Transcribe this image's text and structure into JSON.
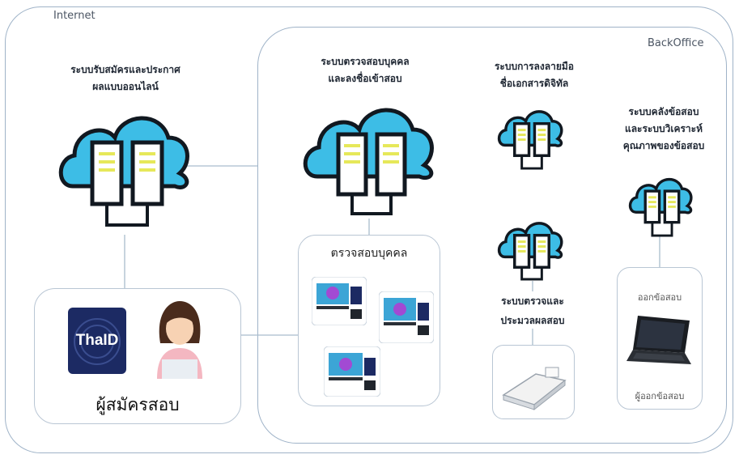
{
  "zones": {
    "internet": "Internet",
    "backoffice": "BackOffice"
  },
  "systems": {
    "registration": [
      "ระบบรับสมัครและประกาศ",
      "ผลแบบออนไลน์"
    ],
    "verification": [
      "ระบบตรวจสอบบุคคล",
      "และลงชื่อเข้าสอบ"
    ],
    "signature": [
      "ระบบการลงลายมือ",
      "ชื่อเอกสารดิจิทัล"
    ],
    "exam_bank": [
      "ระบบคลังข้อสอบ",
      "และระบบวิเคราะห์",
      "คุณภาพของข้อสอบ"
    ],
    "grading": [
      "ระบบตรวจและ",
      "ประมวลผลสอบ"
    ]
  },
  "boxes": {
    "applicant_label": "ผู้สมัครสอบ",
    "thaid_logo": "ThaID",
    "person_check_label": "ตรวจสอบบุคคล",
    "exam_issue_label": "ออกข้อสอบ",
    "exam_issuer_label": "ผู้ออกข้อสอบ"
  },
  "icons": {
    "cloud": "cloud-server-icon",
    "laptop": "laptop-icon",
    "scanner": "scanner-icon",
    "person": "applicant-avatar-icon",
    "thaid": "thaid-logo-icon"
  },
  "colors": {
    "cloud_fill": "#3dbde6",
    "cloud_stroke": "#111820",
    "server_fill": "#ffffff",
    "server_stripe": "#e6e85a",
    "border": "#9fb3c8",
    "thaid_bg": "#1c2a63",
    "thaid_accent": "#e5c96a"
  }
}
